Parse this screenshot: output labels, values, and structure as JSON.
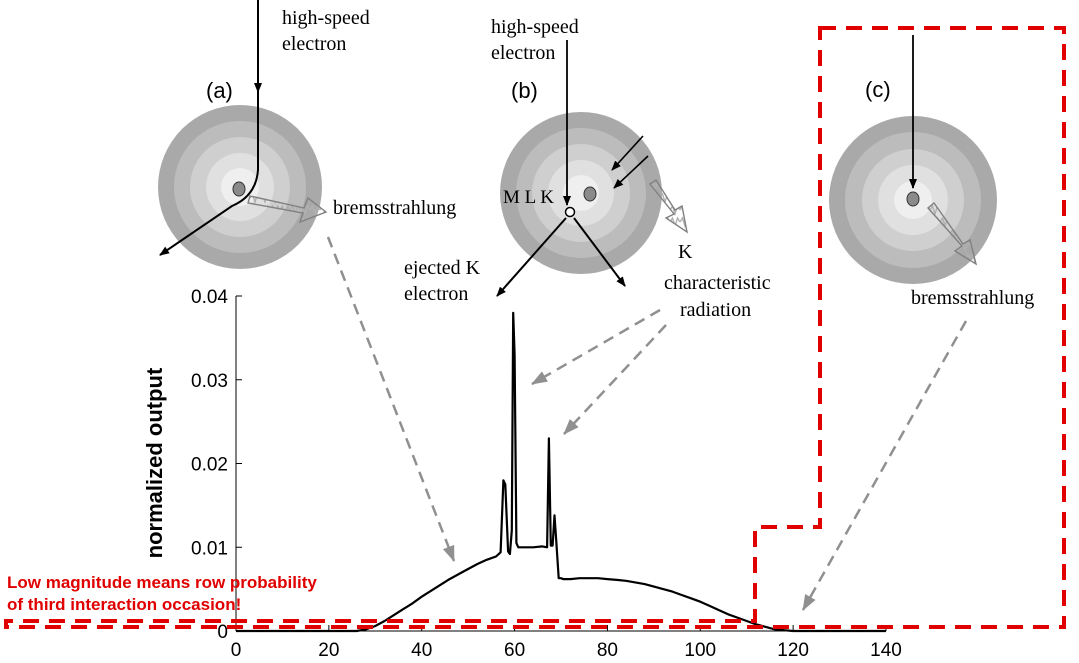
{
  "chart_data": {
    "type": "line",
    "xlim": [
      0,
      140
    ],
    "ylim": [
      0,
      0.04
    ],
    "xticks": [
      0,
      20,
      40,
      60,
      80,
      100,
      120,
      140
    ],
    "yticks": [
      0,
      0.01,
      0.02,
      0.03,
      0.04
    ],
    "xtick_labels": [
      "0",
      "20",
      "40",
      "60",
      "80",
      "100",
      "120",
      "140"
    ],
    "ytick_labels": [
      "0",
      "0.01",
      "0.02",
      "0.03",
      "0.04"
    ],
    "ylabel": "normalized output",
    "xlabel": "",
    "grid": false,
    "series": [
      {
        "x": [
          0,
          26,
          28,
          30,
          32,
          34,
          36,
          38,
          40,
          42,
          44,
          46,
          48,
          50,
          52,
          54,
          56,
          57,
          57.6,
          58,
          58.6,
          59,
          59.4,
          59.7,
          60,
          60.4,
          60.8,
          61,
          62,
          64,
          66,
          67,
          67.4,
          67.8,
          68.2,
          68.6,
          69,
          69.5,
          70,
          70.5,
          72,
          74,
          76,
          78,
          80,
          82,
          84,
          86,
          88,
          90,
          92,
          94,
          96,
          98,
          100,
          102,
          104,
          106,
          108,
          110,
          112,
          114,
          116,
          118,
          120,
          122,
          140
        ],
        "y": [
          0,
          0,
          0.0002,
          0.0006,
          0.0012,
          0.0019,
          0.0026,
          0.0033,
          0.0041,
          0.0048,
          0.0055,
          0.0062,
          0.0068,
          0.0074,
          0.008,
          0.0085,
          0.0089,
          0.0094,
          0.018,
          0.0175,
          0.0095,
          0.0092,
          0.012,
          0.038,
          0.033,
          0.0105,
          0.01,
          0.01,
          0.01,
          0.01,
          0.0101,
          0.01,
          0.023,
          0.0102,
          0.0102,
          0.0138,
          0.0105,
          0.0063,
          0.0063,
          0.0062,
          0.0062,
          0.0063,
          0.0063,
          0.0063,
          0.0062,
          0.0061,
          0.006,
          0.0058,
          0.0056,
          0.0053,
          0.005,
          0.0047,
          0.0043,
          0.0039,
          0.0035,
          0.003,
          0.0025,
          0.002,
          0.0016,
          0.0012,
          0.0008,
          0.0005,
          0.0002,
          0.0001,
          0,
          0,
          0
        ]
      }
    ],
    "annotations": {
      "a": {
        "panel_label": "(a)",
        "electron_label_line1": "high-speed",
        "electron_label_line2": "electron",
        "radiation_label": "bremsstrahlung"
      },
      "b": {
        "panel_label": "(b)",
        "electron_label_line1": "high-speed",
        "electron_label_line2": "electron",
        "shell_label": "M L K",
        "ejected_line1": "ejected K",
        "ejected_line2": "electron",
        "char_line1": "K",
        "char_line2": "characteristic",
        "char_line3": "radiation"
      },
      "c": {
        "panel_label": "(c)",
        "radiation_label": "bremsstrahlung"
      },
      "note_line1": "Low magnitude means row probability",
      "note_line2": "of third interaction occasion!"
    }
  },
  "colors": {
    "line": "#000000",
    "note": "#e00000",
    "highlight_box": "#e00000",
    "pointer_arrow": "#909090",
    "atom_rings": [
      "#a9a9a9",
      "#bcbcbc",
      "#cfcfcf",
      "#e0e0e0",
      "#efefef"
    ],
    "nucleus": "#8a8a8a"
  }
}
